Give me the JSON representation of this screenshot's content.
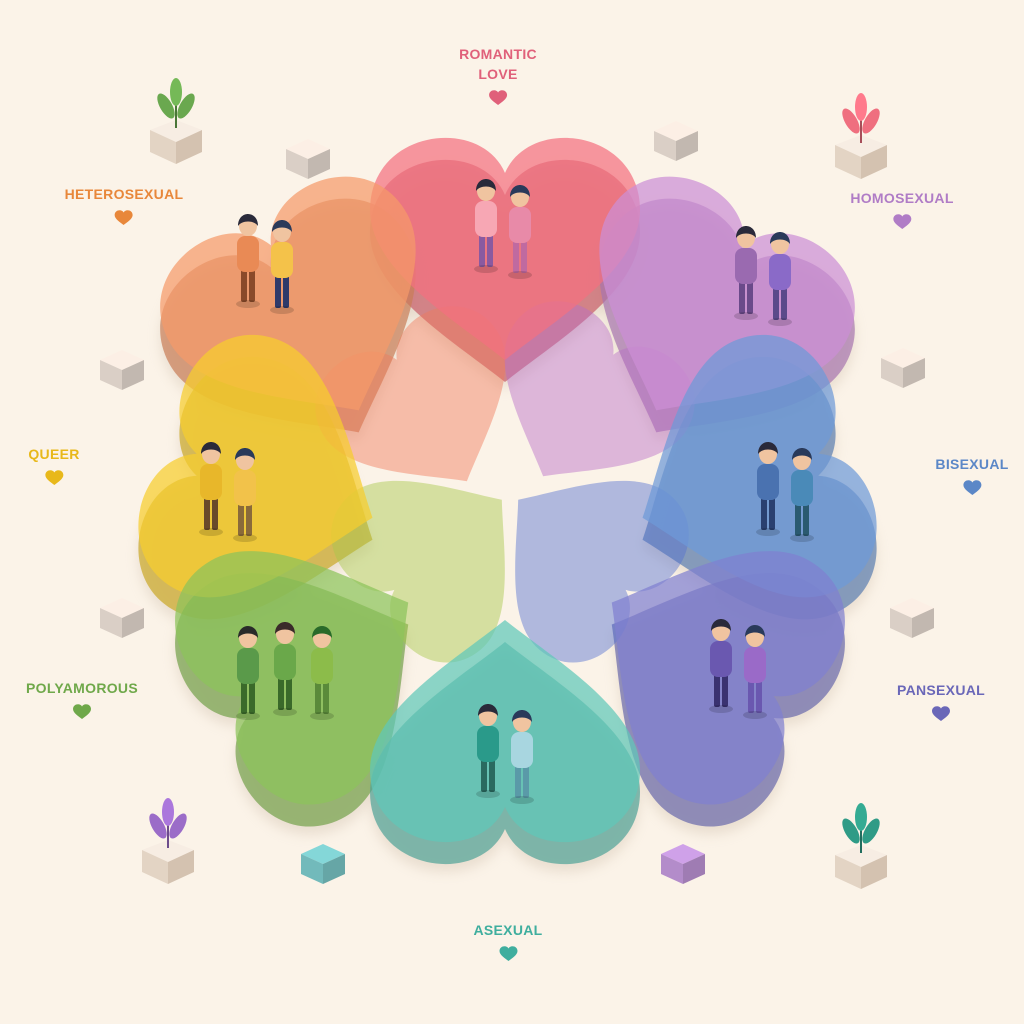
{
  "labels": [
    {
      "id": "romantic",
      "text_line1": "ROMANTIC",
      "text_line2": "LOVE",
      "color": "#e0607a"
    },
    {
      "id": "heterosexual",
      "text_line1": "HETEROSEXUAL",
      "color": "#e8873a"
    },
    {
      "id": "homosexual",
      "text_line1": "HOMOSEXUAL",
      "color": "#b07cc6"
    },
    {
      "id": "queer",
      "text_line1": "QUEER",
      "color": "#e8b81a"
    },
    {
      "id": "bisexual",
      "text_line1": "BISEXUAL",
      "color": "#5b87c7"
    },
    {
      "id": "polyamorous",
      "text_line1": "POLYAMOROUS",
      "color": "#6fa84a"
    },
    {
      "id": "pansexual",
      "text_line1": "PANSEXUAL",
      "color": "#6a67b8"
    },
    {
      "id": "asexual",
      "text_line1": "ASEXUAL",
      "color": "#3fae9e"
    }
  ],
  "hearts": [
    {
      "id": "romantic",
      "color": "#f4707f"
    },
    {
      "id": "heterosexual",
      "color": "#f59a6a"
    },
    {
      "id": "homosexual",
      "color": "#cc8fd6"
    },
    {
      "id": "queer",
      "color": "#f7cd2e"
    },
    {
      "id": "bisexual",
      "color": "#6e9ad8"
    },
    {
      "id": "polyamorous",
      "color": "#8cc45a"
    },
    {
      "id": "pansexual",
      "color": "#7f7fd0"
    },
    {
      "id": "asexual",
      "color": "#5fc7b8"
    }
  ],
  "plants": [
    {
      "id": "plant-top-left",
      "color": "#6aa84f"
    },
    {
      "id": "plant-top-right",
      "color": "#ef6f7f"
    },
    {
      "id": "plant-bottom-left",
      "color": "#9b6cc8"
    },
    {
      "id": "plant-bottom-right",
      "color": "#2f9b86"
    }
  ]
}
